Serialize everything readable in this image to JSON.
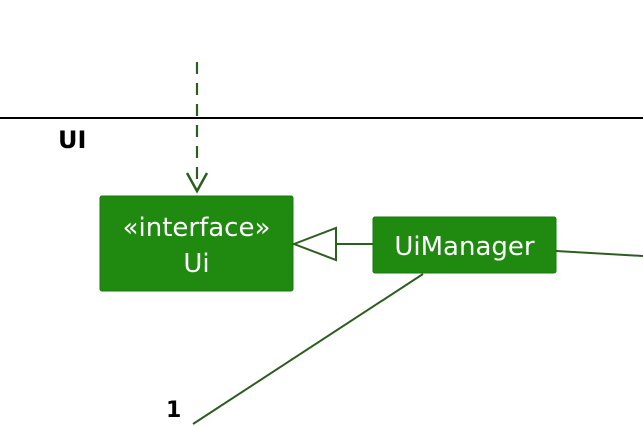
{
  "package": {
    "label": "UI"
  },
  "classes": {
    "ui_interface": {
      "stereotype": "«interface»",
      "name": "Ui"
    },
    "ui_manager": {
      "name": "UiManager"
    }
  },
  "associations": {
    "multiplicity": "1"
  },
  "colors": {
    "class_fill": "#1f8a0f",
    "edge": "#2b5e1f",
    "package_line": "#000000",
    "text_on_class": "#ffffff"
  }
}
